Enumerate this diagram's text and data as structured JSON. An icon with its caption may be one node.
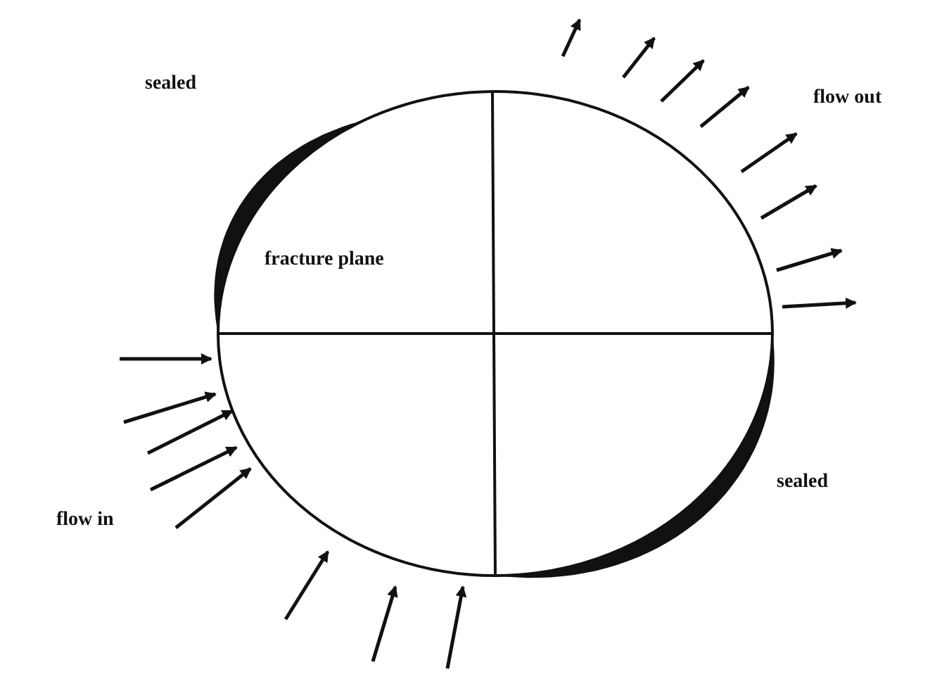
{
  "diagram": {
    "labels": [
      "sealed",
      "flow out",
      "fracture plane",
      "sealed",
      "flow in"
    ]
  }
}
